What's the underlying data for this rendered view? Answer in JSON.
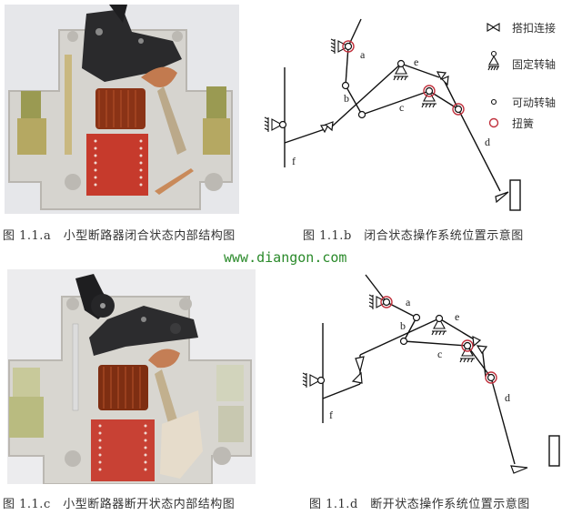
{
  "figures": {
    "a": {
      "caption": "图 1.1.a　小型断路器闭合状态内部结构图"
    },
    "b": {
      "caption": "图 1.1.b　闭合状态操作系统位置示意图"
    },
    "c": {
      "caption": "图 1.1.c　小型断路器断开状态内部结构图"
    },
    "d": {
      "caption": "图 1.1.d　断开状态操作系统位置示意图"
    }
  },
  "watermark": "www.diangon.com",
  "legend": {
    "items": [
      {
        "icon": "latch-connection-icon",
        "label": "搭扣连接"
      },
      {
        "icon": "fixed-pivot-icon",
        "label": "固定转轴"
      },
      {
        "icon": "movable-pivot-icon",
        "label": "可动转轴"
      },
      {
        "icon": "torsion-spring-icon",
        "label": "扭簧"
      }
    ]
  },
  "diagram_labels": {
    "closed": {
      "a": "a",
      "b": "b",
      "c": "c",
      "d": "d",
      "e": "e",
      "f": "f"
    },
    "open": {
      "a": "a",
      "b": "b",
      "c": "c",
      "d": "d",
      "e": "e",
      "f": "f"
    }
  },
  "colors": {
    "spring": "#c0303c",
    "line": "#111111",
    "watermark": "#2a8a2a"
  }
}
